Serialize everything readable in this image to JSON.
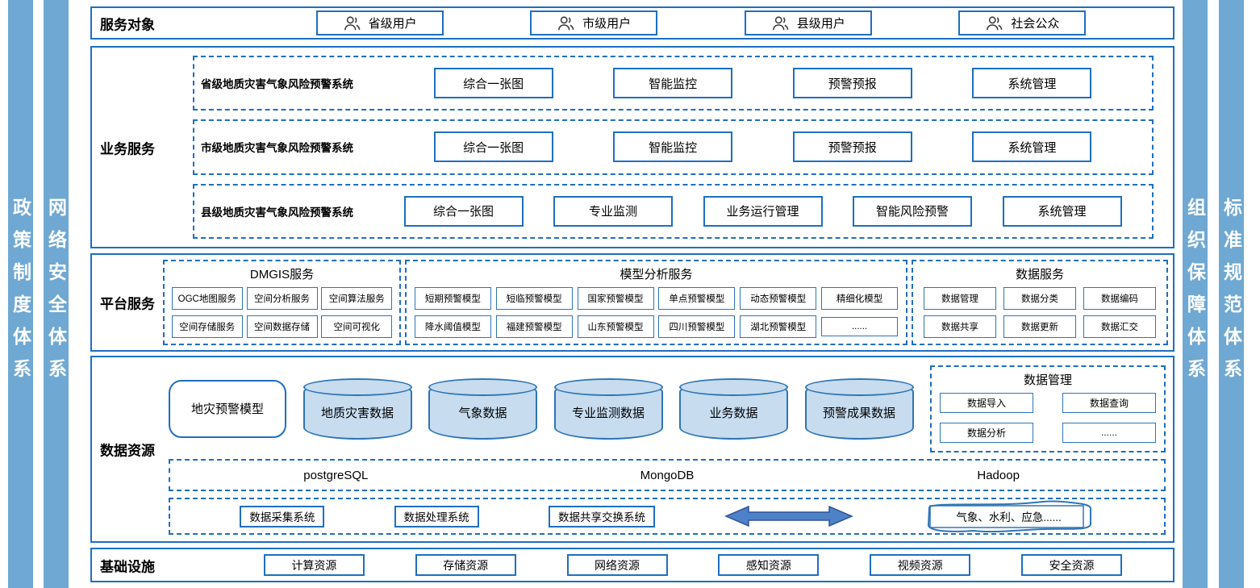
{
  "colors": {
    "accent_border": "#1E6FC0",
    "inner_border": "#2E75B6",
    "sidebar_fill": "#6FA8D2",
    "cylinder_fill": "#C7DCEF",
    "arrow_fill": "#4E81C8",
    "text": "#000000"
  },
  "icons": {
    "user": "user-icon",
    "double_arrow": "double-arrow-icon",
    "external_wave": "wavy-tape-shape"
  },
  "side_bars": {
    "left": [
      "政策制度体系",
      "网络安全体系"
    ],
    "right": [
      "组织保障体系",
      "标准规范体系"
    ]
  },
  "sections": {
    "service_targets": {
      "label": "服务对象",
      "items": [
        "省级用户",
        "市级用户",
        "县级用户",
        "社会公众"
      ]
    },
    "business_services": {
      "label": "业务服务",
      "systems": [
        {
          "name": "省级地质灾害气象风险预警系统",
          "modules": [
            "综合一张图",
            "智能监控",
            "预警预报",
            "系统管理"
          ]
        },
        {
          "name": "市级地质灾害气象风险预警系统",
          "modules": [
            "综合一张图",
            "智能监控",
            "预警预报",
            "系统管理"
          ]
        },
        {
          "name": "县级地质灾害气象风险预警系统",
          "modules": [
            "综合一张图",
            "专业监测",
            "业务运行管理",
            "智能风险预警",
            "系统管理"
          ]
        }
      ]
    },
    "platform_services": {
      "label": "平台服务",
      "groups": [
        {
          "title": "DMGIS服务",
          "rows": [
            [
              "OGC地图服务",
              "空间分析服务",
              "空间算法服务"
            ],
            [
              "空间存储服务",
              "空间数据存储",
              "空间可视化"
            ]
          ]
        },
        {
          "title": "模型分析服务",
          "rows": [
            [
              "短期预警模型",
              "短临预警模型",
              "国家预警模型",
              "单点预警模型",
              "动态预警模型",
              "精细化模型"
            ],
            [
              "降水阈值模型",
              "福建预警模型",
              "山东预警模型",
              "四川预警模型",
              "湖北预警模型",
              "......"
            ]
          ]
        },
        {
          "title": "数据服务",
          "rows": [
            [
              "数据管理",
              "数据分类",
              "数据编码"
            ],
            [
              "数据共享",
              "数据更新",
              "数据汇交"
            ]
          ]
        }
      ]
    },
    "data_resources": {
      "label": "数据资源",
      "model_box": "地灾预警模型",
      "cylinders": [
        "地质灾害数据",
        "气象数据",
        "专业监测数据",
        "业务数据",
        "预警成果数据"
      ],
      "data_mgmt": {
        "title": "数据管理",
        "items": [
          "数据导入",
          "数据查询",
          "数据分析",
          "......"
        ]
      },
      "databases": [
        "postgreSQL",
        "MongoDB",
        "Hadoop"
      ],
      "systems": [
        "数据采集系统",
        "数据处理系统",
        "数据共享交换系统"
      ],
      "external": "气象、水利、应急......"
    },
    "infrastructure": {
      "label": "基础设施",
      "items": [
        "计算资源",
        "存储资源",
        "网络资源",
        "感知资源",
        "视频资源",
        "安全资源"
      ]
    }
  }
}
